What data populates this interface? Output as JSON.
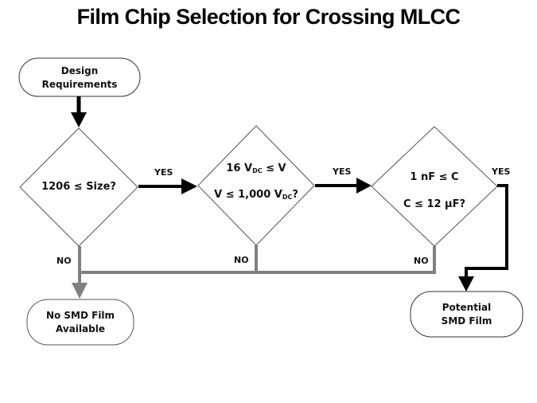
{
  "title": "Film Chip Selection for Crossing MLCC",
  "nodes": {
    "start": {
      "line1": "Design",
      "line2": "Requirements"
    },
    "decision_size": {
      "text": "1206 ≤ Size?"
    },
    "decision_voltage": {
      "line1_a": "16 V",
      "line1_sub": "DC",
      "line1_b": " ≤ V",
      "line2_a": "V ≤ 1,000 V",
      "line2_sub": "DC",
      "line2_b": "?"
    },
    "decision_capacitance": {
      "line1": "1 nF ≤ C",
      "line2": "C ≤ 12 µF?"
    },
    "end_no": {
      "line1": "No SMD Film",
      "line2": "Available"
    },
    "end_yes": {
      "line1": "Potential",
      "line2": "SMD Film"
    }
  },
  "edges": {
    "yes_label": "YES",
    "no_label": "NO"
  },
  "colors": {
    "yes_path": "#000000",
    "no_path": "#808080",
    "shape_border": "#555555"
  }
}
